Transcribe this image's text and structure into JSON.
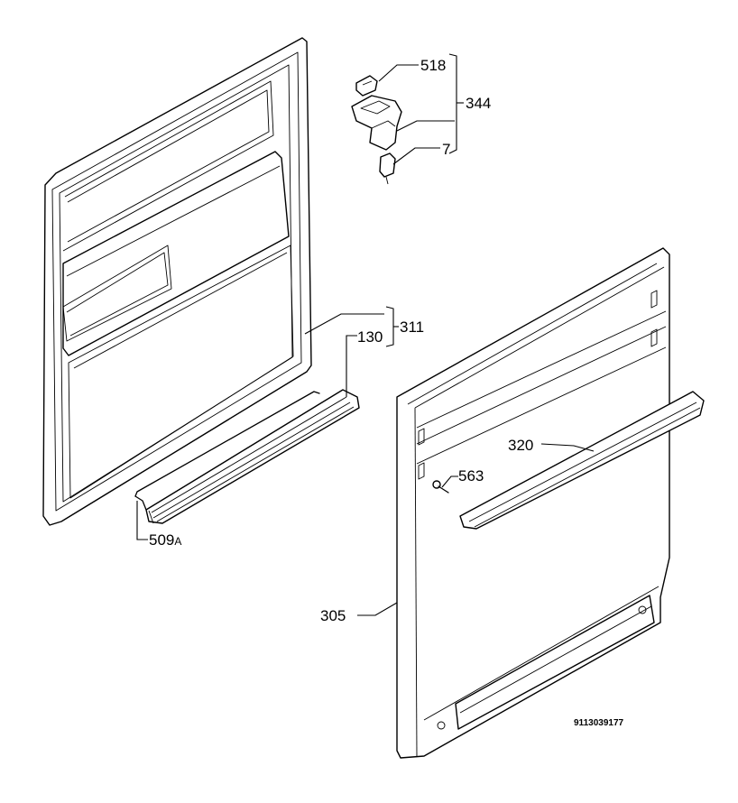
{
  "labels": {
    "p518": "518",
    "p344": "344",
    "p7": "7",
    "p311": "311",
    "p130": "130",
    "p320": "320",
    "p563": "563",
    "p509_num": "509",
    "p509_suffix": "A",
    "p305": "305"
  },
  "reference": "9113039177"
}
